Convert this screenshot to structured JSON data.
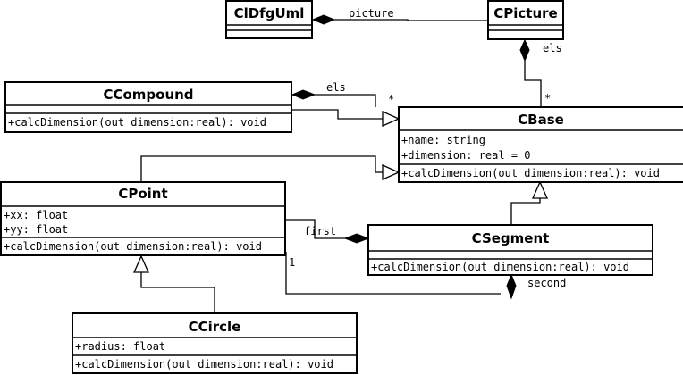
{
  "classes": {
    "cdfguml": {
      "name": "ClDfgUml"
    },
    "cpicture": {
      "name": "CPicture"
    },
    "ccompound": {
      "name": "CCompound",
      "methods": [
        "+calcDimension(out dimension:real): void"
      ]
    },
    "cbase": {
      "name": "CBase",
      "attributes": [
        "+name: string",
        "+dimension: real = 0"
      ],
      "methods": [
        "+calcDimension(out dimension:real): void"
      ]
    },
    "cpoint": {
      "name": "CPoint",
      "attributes": [
        "+xx: float",
        "+yy: float"
      ],
      "methods": [
        "+calcDimension(out dimension:real): void"
      ]
    },
    "csegment": {
      "name": "CSegment",
      "methods": [
        "+calcDimension(out dimension:real): void"
      ]
    },
    "ccircle": {
      "name": "CCircle",
      "attributes": [
        "+radius: float"
      ],
      "methods": [
        "+calcDimension(out dimension:real): void"
      ]
    }
  },
  "associations": {
    "picture": {
      "role": "picture"
    },
    "picture_els": {
      "role": "els",
      "multiplicity": "*"
    },
    "compound_els": {
      "role": "els",
      "multiplicity": "*"
    },
    "seg_first": {
      "role": "first"
    },
    "seg_second": {
      "role": "second",
      "multiplicity": "1"
    }
  }
}
